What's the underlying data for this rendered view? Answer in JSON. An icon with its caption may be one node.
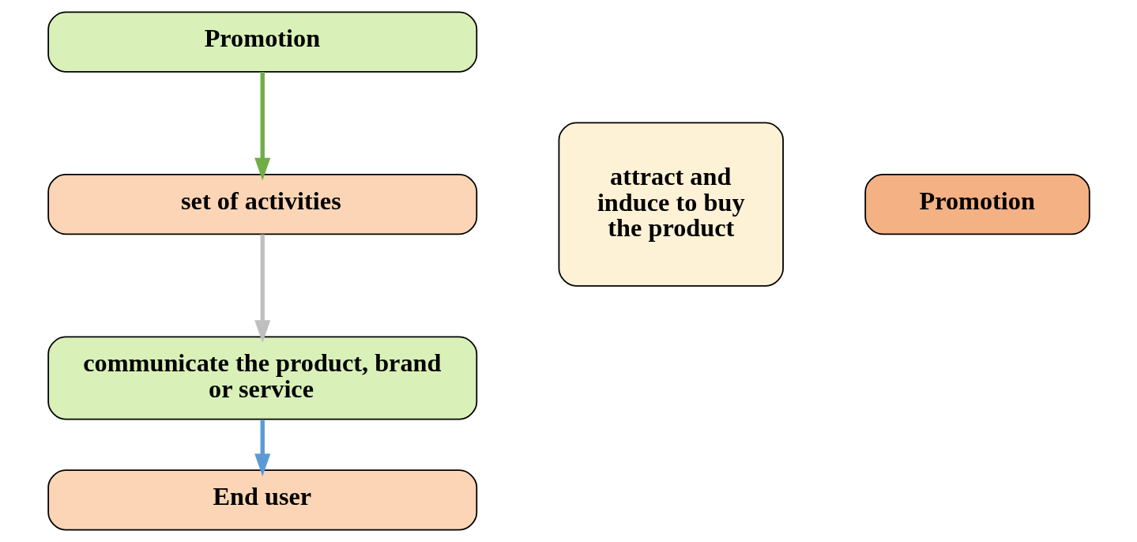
{
  "diagram": {
    "nodes": [
      {
        "text": [
          "Promotion"
        ]
      },
      {
        "text": [
          "set of activities"
        ]
      },
      {
        "text": [
          "communicate the product, brand or service"
        ]
      },
      {
        "text": [
          "End user"
        ]
      },
      {
        "text": [
          "attract and induce to buy the product"
        ]
      },
      {
        "text": [
          "Promotion"
        ]
      }
    ],
    "edges": [
      {
        "from": 0,
        "to": 1,
        "arrow": "to",
        "color": "#70ad47"
      },
      {
        "from": 1,
        "to": 2,
        "arrow": "to",
        "color": "#bfbfbf"
      },
      {
        "from": 2,
        "to": 3,
        "arrow": "to",
        "color": "#5b9bd5"
      }
    ]
  }
}
